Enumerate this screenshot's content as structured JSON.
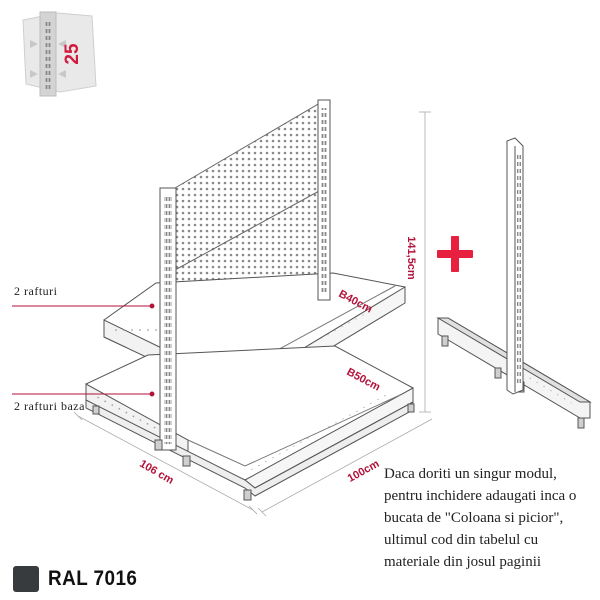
{
  "badge": {
    "value": "25"
  },
  "labels": {
    "shelves_top": "2 rafturi",
    "shelves_base": "2 rafturi baza"
  },
  "dimensions": {
    "depth_top": "B40cm",
    "depth_base": "B50cm",
    "height": "141,5cm",
    "side": "106 cm",
    "length": "100cm"
  },
  "note": {
    "lines": [
      "Daca doriti un singur modul,",
      "pentru inchidere adaugati inca o",
      "bucata de \"Coloana si picior\",",
      "ultimul cod din tabelul cu",
      "materiale din josul paginii"
    ]
  },
  "color_code": {
    "label": "RAL 7016",
    "swatch": "#373b3e"
  },
  "colors": {
    "accent": "#b3123a",
    "plus": "#e8203f",
    "line": "#555555"
  }
}
